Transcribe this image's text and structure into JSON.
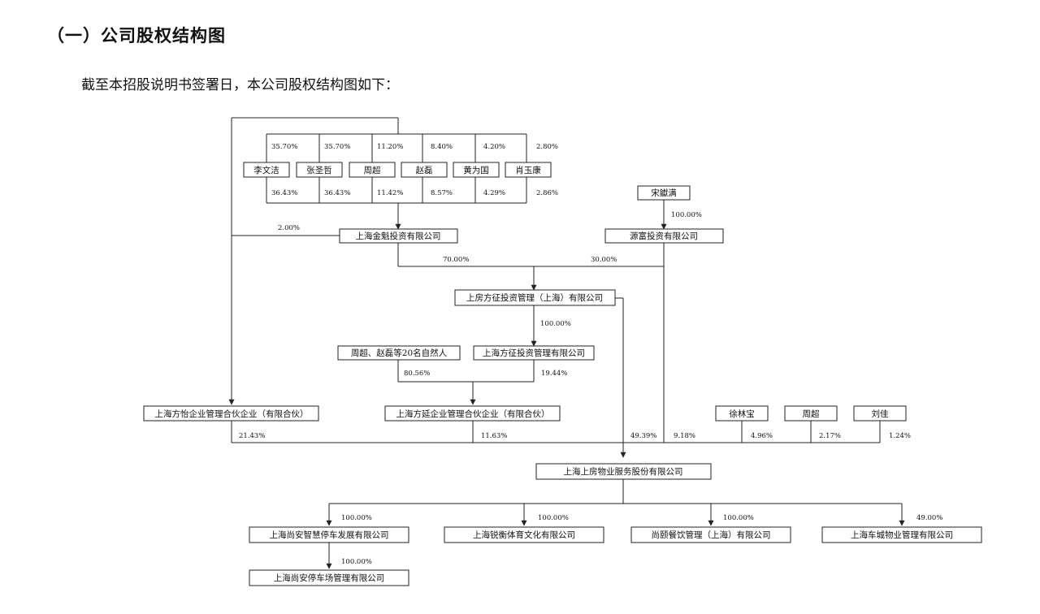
{
  "heading": "（一）公司股权结构图",
  "intro": "截至本招股说明书签署日，本公司股权结构图如下：",
  "founders": [
    {
      "name": "李文洁",
      "top": "35.70%",
      "bottom": "36.43%"
    },
    {
      "name": "张圣哲",
      "top": "35.70%",
      "bottom": "36.43%"
    },
    {
      "name": "周超",
      "top": "11.20%",
      "bottom": "11.42%"
    },
    {
      "name": "赵磊",
      "top": "8.40%",
      "bottom": "8.57%"
    },
    {
      "name": "黄为国",
      "top": "4.20%",
      "bottom": "4.29%"
    },
    {
      "name": "肖玉康",
      "top": "2.80%",
      "bottom": "2.86%"
    }
  ],
  "entities": {
    "song": "宋钀满",
    "jinkui": "上海金魁投资有限公司",
    "yuanfu": "源富投资有限公司",
    "shangfang_fangzheng": "上房方征投资管理（上海）有限公司",
    "zhou_zhao_group": "周超、赵磊等20名自然人",
    "fangzheng_mgmt": "上海方征投资管理有限公司",
    "fangyi": "上海方怡企业管理合伙企业（有限合伙）",
    "fangyan": "上海方延企业管理合伙企业（有限合伙）",
    "xu": "徐林宝",
    "zhou": "周超",
    "liu": "刘佳",
    "company": "上海上房物业服务股份有限公司",
    "shangan_parking": "上海尚安智慧停车发展有限公司",
    "ruiheng": "上海锐衡体育文化有限公司",
    "shangshun": "尚颐餐饮管理（上海）有限公司",
    "chechen": "上海车城物业管理有限公司",
    "shangan_lot": "上海尚安停车场管理有限公司"
  },
  "percents": {
    "song_yuanfu": "100.00%",
    "founders_fangyi": "2.00%",
    "jinkui_sf": "70.00%",
    "yuanfu_sf": "30.00%",
    "sf_fzm": "100.00%",
    "group_fangyan": "80.56%",
    "fzm_fangyan": "19.44%",
    "fangyi_co": "21.43%",
    "fangyan_co": "11.63%",
    "sf_co": "49.39%",
    "yuanfu_co": "9.18%",
    "xu_co": "4.96%",
    "zhou_co": "2.17%",
    "liu_co": "1.24%",
    "co_parking": "100.00%",
    "co_ruiheng": "100.00%",
    "co_shangshun": "100.00%",
    "co_chechen": "49.00%",
    "parking_lot": "100.00%"
  }
}
